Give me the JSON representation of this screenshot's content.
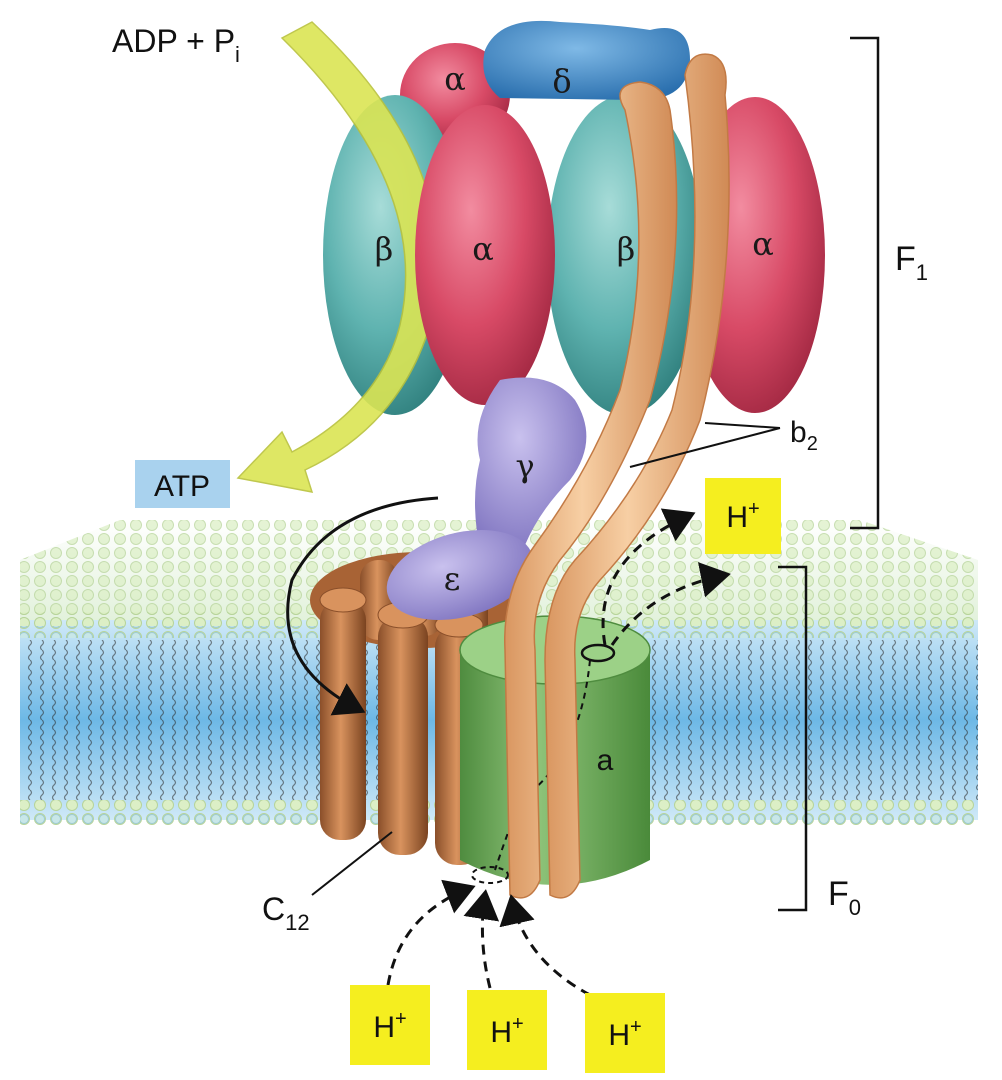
{
  "labels": {
    "adp": "ADP + P",
    "adp_sub": "i",
    "atp": "ATP",
    "alpha": "α",
    "beta": "β",
    "delta": "δ",
    "gamma": "γ",
    "epsilon": "ε",
    "a": "a",
    "b2": "b",
    "b2_sub": "2",
    "c12": "C",
    "c12_sub": "12",
    "f1": "F",
    "f1_sub": "1",
    "f0": "F",
    "f0_sub": "0",
    "proton": "H",
    "proton_sup": "+"
  },
  "colors": {
    "alpha": "#d84a66",
    "beta": "#5fb3b0",
    "delta": "#3a86c8",
    "gamma_epsilon": "#9a8fd0",
    "stator_b": "#f2b984",
    "a_subunit": "#6fae5a",
    "c_ring": "#b8703f",
    "membrane": "#7ec4ea",
    "proton_box": "#f5ee1f",
    "atp_box": "#a9d2ee",
    "arrow": "#d8e24a"
  }
}
